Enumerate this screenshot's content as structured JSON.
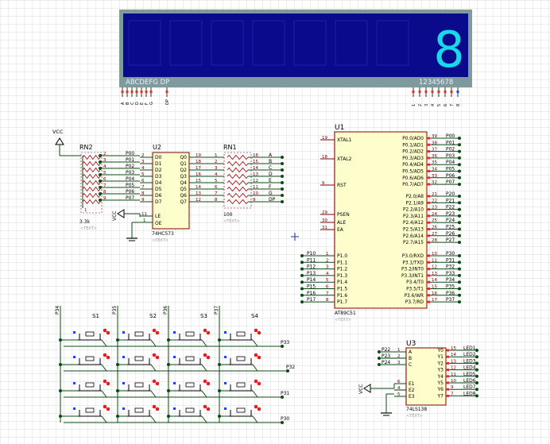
{
  "display": {
    "left_label": "ABCDEFG  DP",
    "right_label": "12345678",
    "digit": "8",
    "seg_pins": [
      "A",
      "B",
      "C",
      "D",
      "E",
      "F",
      "G",
      "DP"
    ],
    "dig_pins": [
      "1",
      "2",
      "3",
      "4",
      "5",
      "6",
      "7",
      "8"
    ]
  },
  "vcc_label": "VCC",
  "text_tag": "<TEXT>",
  "rn2": {
    "ref": "RN2",
    "value": "3.3k",
    "pins": [
      "2",
      "3",
      "4",
      "5",
      "6",
      "7",
      "8",
      "9"
    ],
    "common_pin": "1"
  },
  "u2": {
    "ref": "U2",
    "part": "74HC573",
    "nets_in": [
      "P00",
      "P01",
      "P02",
      "P03",
      "P04",
      "P05",
      "P06",
      "P07"
    ],
    "in_pins": [
      "2",
      "3",
      "4",
      "5",
      "6",
      "7",
      "8",
      "9"
    ],
    "d_labels": [
      "D0",
      "D1",
      "D2",
      "D3",
      "D4",
      "D5",
      "D6",
      "D7"
    ],
    "q_labels": [
      "Q0",
      "Q1",
      "Q2",
      "Q3",
      "Q4",
      "Q5",
      "Q6",
      "Q7"
    ],
    "out_pins": [
      "19",
      "18",
      "17",
      "16",
      "15",
      "14",
      "13",
      "12"
    ],
    "le_label": "LE",
    "oe_label": "OE",
    "le_pin": "11",
    "oe_pin": "1"
  },
  "rn1": {
    "ref": "RN1",
    "value": "100",
    "left_pins": [
      "1",
      "2",
      "3",
      "4",
      "5",
      "6",
      "7",
      "8"
    ],
    "right_pins": [
      "16",
      "15",
      "14",
      "13",
      "12",
      "11",
      "10",
      "9"
    ],
    "nets_out": [
      "A",
      "B",
      "C",
      "D",
      "E",
      "F",
      "G",
      "DP"
    ]
  },
  "u1": {
    "ref": "U1",
    "part": "AT89C51",
    "left_ctrl": [
      {
        "label": "XTAL1",
        "pin": "19"
      },
      {
        "label": "XTAL2",
        "pin": "18"
      },
      {
        "label": "RST",
        "pin": "9"
      },
      {
        "label": "PSEN",
        "pin": "29"
      },
      {
        "label": "ALE",
        "pin": "30"
      },
      {
        "label": "EA",
        "pin": "31"
      }
    ],
    "p1_nets": [
      "P10",
      "P11",
      "P12",
      "P13",
      "P14",
      "P15",
      "P16",
      "P17"
    ],
    "p1_pins": [
      "1",
      "2",
      "3",
      "4",
      "5",
      "6",
      "7",
      "8"
    ],
    "p1_labels": [
      "P1.0",
      "P1.1",
      "P1.2",
      "P1.3",
      "P1.4",
      "P1.5",
      "P1.6",
      "P1.7"
    ],
    "p0_labels": [
      "P0.0/AD0",
      "P0.1/AD1",
      "P0.2/AD2",
      "P0.3/AD3",
      "P0.4/AD4",
      "P0.5/AD5",
      "P0.6/AD6",
      "P0.7/AD7"
    ],
    "p0_pins": [
      "39",
      "38",
      "37",
      "36",
      "35",
      "34",
      "33",
      "32"
    ],
    "p0_nets": [
      "P00",
      "P01",
      "P02",
      "P03",
      "P04",
      "P05",
      "P06",
      "P07"
    ],
    "p2_labels": [
      "P2.0/A8",
      "P2.1/A9",
      "P2.2/A10",
      "P2.3/A11",
      "P2.4/A12",
      "P2.5/A13",
      "P2.6/A14",
      "P2.7/A15"
    ],
    "p2_pins": [
      "21",
      "22",
      "23",
      "24",
      "25",
      "26",
      "27",
      "28"
    ],
    "p2_nets": [
      "P20",
      "P21",
      "P22",
      "P23",
      "P24",
      "P25",
      "P26",
      "P27"
    ],
    "p3_labels": [
      "P3.0/RXD",
      "P3.1/TXD",
      "P3.2/INT0",
      "P3.3/INT1",
      "P3.4/T0",
      "P3.5/T1",
      "P3.6/WR",
      "P3.7/RD"
    ],
    "p3_pins": [
      "10",
      "11",
      "12",
      "13",
      "14",
      "15",
      "16",
      "17"
    ],
    "p3_nets": [
      "P30",
      "P31",
      "P32",
      "P33",
      "P34",
      "P35",
      "P36",
      "P37"
    ]
  },
  "keypad": {
    "col_nets": [
      "P34",
      "P35",
      "P36",
      "P37"
    ],
    "row_nets": [
      "P33",
      "P32",
      "P31",
      "P30"
    ],
    "col_labels": [
      "S1",
      "S2",
      "S3",
      "S4"
    ]
  },
  "u3": {
    "ref": "U3",
    "part": "74LS138",
    "in_nets": [
      "P22",
      "P23",
      "P24"
    ],
    "in_pins": [
      "1",
      "2",
      "3"
    ],
    "in_labels": [
      "A",
      "B",
      "C"
    ],
    "en_pins": [
      "6",
      "4",
      "5"
    ],
    "en_labels": [
      "E1",
      "E2",
      "E3"
    ],
    "y_labels": [
      "Y0",
      "Y1",
      "Y2",
      "Y3",
      "Y4",
      "Y5",
      "Y6",
      "Y7"
    ],
    "y_pins": [
      "15",
      "14",
      "13",
      "12",
      "11",
      "10",
      "9",
      "7"
    ],
    "y_nets": [
      "LED1",
      "LED2",
      "LED3",
      "LED4",
      "LED5",
      "LED6",
      "LED7",
      "LED8"
    ]
  },
  "colors": {
    "wire": "#0b4a12",
    "body": "#800000",
    "body_fill": "#fefecc",
    "pin_num": "#7a0000",
    "resistor": "#a00000",
    "display_bg": "#0a0a8c",
    "display_frame": "#7f9a9a",
    "digit": "#19d8e8",
    "grid": "#cfcfcf"
  }
}
